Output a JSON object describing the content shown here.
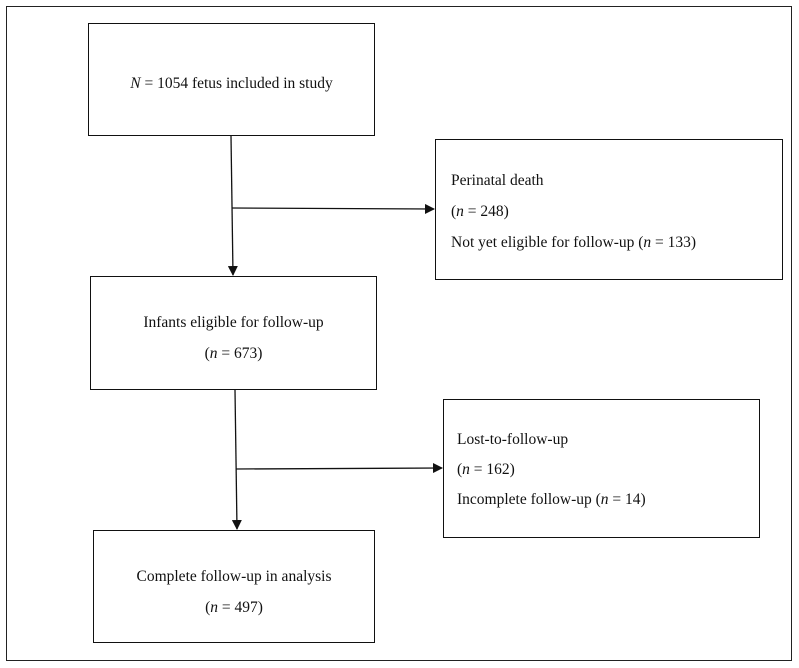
{
  "boxes": {
    "study": {
      "var": "N",
      "text": " = 1054 fetus included in study"
    },
    "excluded_1": {
      "line1": "Perinatal death",
      "line2_open": "(",
      "line2_var": "n",
      "line2_rest": " = 248)",
      "line3_text": "Not yet eligible for follow-up (",
      "line3_var": "n",
      "line3_rest": " = 133)"
    },
    "eligible": {
      "line1": "Infants eligible for follow-up",
      "line2_open": "(",
      "line2_var": "n",
      "line2_rest": " = 673)"
    },
    "excluded_2": {
      "line1": "Lost-to-follow-up",
      "line2_open": "(",
      "line2_var": "n",
      "line2_rest": " = 162)",
      "line3_text": "Incomplete follow-up (",
      "line3_var": "n",
      "line3_rest": " = 14)"
    },
    "analysis": {
      "line1": "Complete follow-up in analysis",
      "line2_open": "(",
      "line2_var": "n",
      "line2_rest": " = 497)"
    }
  }
}
